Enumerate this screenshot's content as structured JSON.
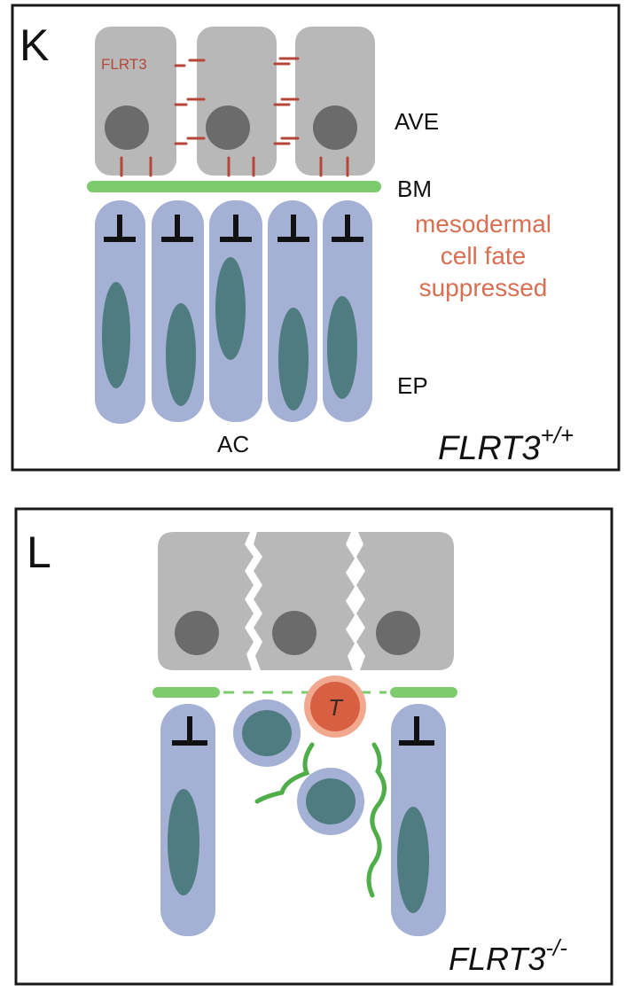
{
  "panel_k": {
    "letter": "K",
    "flrt3_label": "FLRT3",
    "ave_label": "AVE",
    "bm_label": "BM",
    "fate_line1": "mesodermal",
    "fate_line2": "cell fate",
    "fate_line3": "suppressed",
    "ep_label": "EP",
    "ac_label": "AC",
    "genotype_base": "FLRT3",
    "genotype_sup": "+/+"
  },
  "panel_l": {
    "letter": "L",
    "t_label": "T",
    "genotype_base": "FLRT3",
    "genotype_sup": "-/-"
  },
  "colors": {
    "ave_cell": "#b8b8b8",
    "nucleus_dark": "#6b6b6b",
    "ep_cell": "#a4b0d4",
    "ep_nucleus": "#4f7c80",
    "bm": "#7ecb6e",
    "flrt3_red": "#b5473a",
    "label_orange": "#d86f52",
    "t_cell": "#d85f42",
    "t_halo": "#f0a98f",
    "ecm_green": "#4fae4a"
  }
}
